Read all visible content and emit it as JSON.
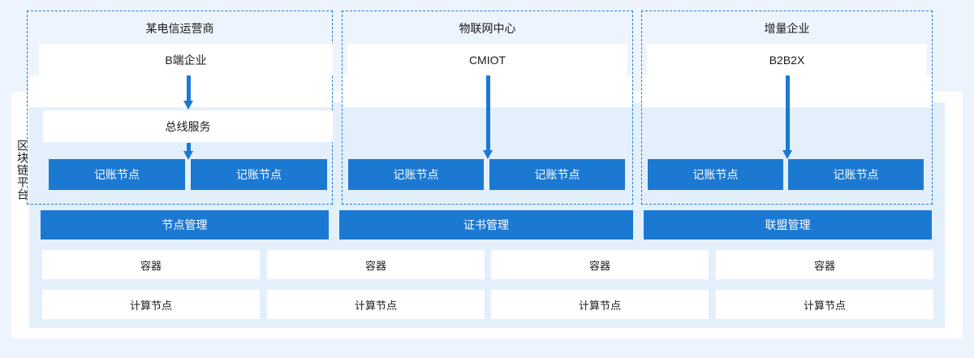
{
  "diagram": {
    "platform_label": "区块链平台",
    "columns": [
      {
        "title": "某电信运营商",
        "entity": "B端企业",
        "bus": "总线服务",
        "ledger_nodes": [
          "记账节点",
          "记账节点"
        ],
        "management": "节点管理"
      },
      {
        "title": "物联网中心",
        "entity": "CMIOT",
        "ledger_nodes": [
          "记账节点",
          "记账节点"
        ],
        "management": "证书管理"
      },
      {
        "title": "增量企业",
        "entity": "B2B2X",
        "ledger_nodes": [
          "记账节点",
          "记账节点"
        ],
        "management": "联盟管理"
      }
    ],
    "infrastructure": {
      "container_row": [
        "容器",
        "容器",
        "容器",
        "容器"
      ],
      "compute_row": [
        "计算节点",
        "计算节点",
        "计算节点",
        "计算节点"
      ]
    },
    "colors": {
      "primary_blue": "#1c79d2",
      "panel_blue": "#e3f0fc",
      "page_background": "#eef4fd",
      "dashed_border": "#1f7ad4",
      "box_white": "#ffffff"
    }
  }
}
